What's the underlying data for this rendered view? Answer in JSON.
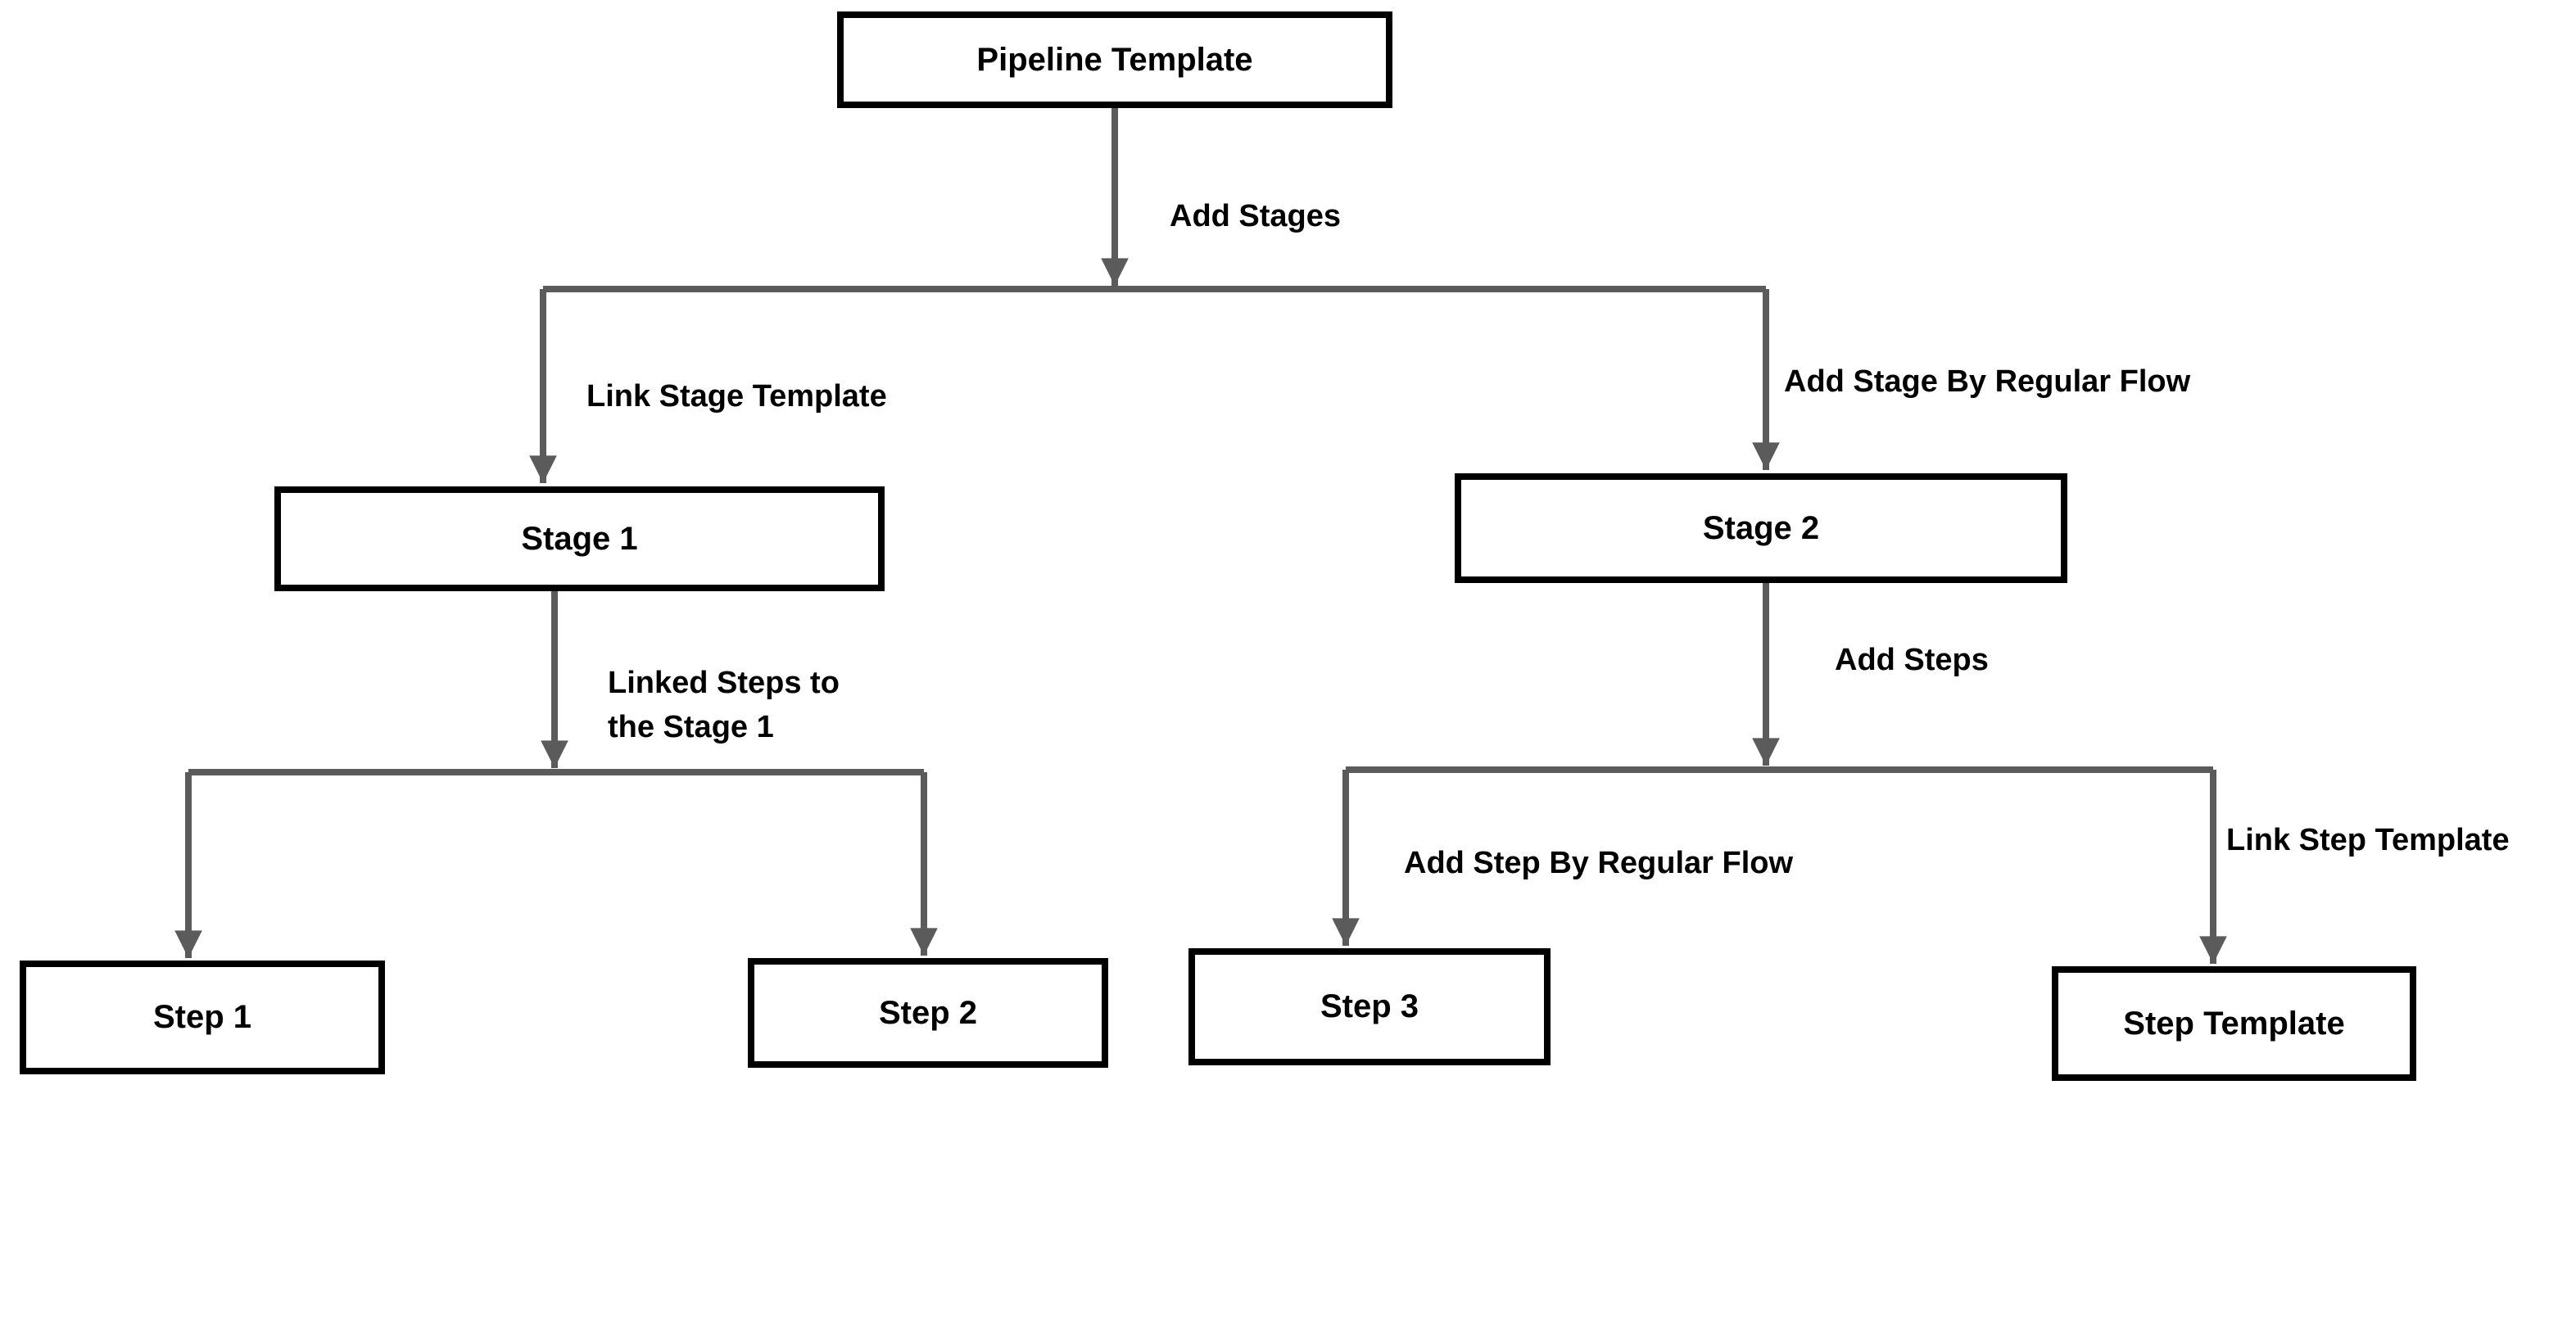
{
  "diagram": {
    "title": "Pipeline Template flow diagram",
    "colors": {
      "arrow": "#5b5b5b",
      "box_border": "#000000",
      "box_fill": "#ffffff",
      "text": "#000000",
      "background": "#ffffff"
    },
    "nodes": [
      {
        "id": "pipeline-template",
        "label": "Pipeline Template"
      },
      {
        "id": "stage-1",
        "label": "Stage 1"
      },
      {
        "id": "stage-2",
        "label": "Stage 2"
      },
      {
        "id": "step-1",
        "label": "Step 1"
      },
      {
        "id": "step-2",
        "label": "Step 2"
      },
      {
        "id": "step-3",
        "label": "Step 3"
      },
      {
        "id": "step-template",
        "label": "Step Template"
      }
    ],
    "edge_labels": [
      {
        "id": "add-stages",
        "text": "Add Stages"
      },
      {
        "id": "link-stage-template",
        "text": "Link Stage Template"
      },
      {
        "id": "add-stage-by-regular-flow",
        "text": "Add Stage By Regular Flow"
      },
      {
        "id": "linked-steps-to-the-stage-1",
        "lines": [
          "Linked Steps to",
          "the Stage 1"
        ]
      },
      {
        "id": "add-steps",
        "text": "Add Steps"
      },
      {
        "id": "add-step-by-regular-flow",
        "text": "Add Step By Regular Flow"
      },
      {
        "id": "link-step-template",
        "text": "Link Step Template"
      }
    ],
    "connections": [
      {
        "from": "Pipeline Template",
        "to": "Stage 1",
        "via": "Add Stages",
        "label": "Link Stage Template"
      },
      {
        "from": "Pipeline Template",
        "to": "Stage 2",
        "via": "Add Stages",
        "label": "Add Stage By Regular Flow"
      },
      {
        "from": "Stage 1",
        "to": "Step 1",
        "via": "Linked Steps to the Stage 1"
      },
      {
        "from": "Stage 1",
        "to": "Step 2",
        "via": "Linked Steps to the Stage 1"
      },
      {
        "from": "Stage 2",
        "to": "Step 3",
        "via": "Add Steps",
        "label": "Add Step By Regular Flow"
      },
      {
        "from": "Stage 2",
        "to": "Step Template",
        "via": "Add Steps",
        "label": "Link Step Template"
      }
    ]
  }
}
